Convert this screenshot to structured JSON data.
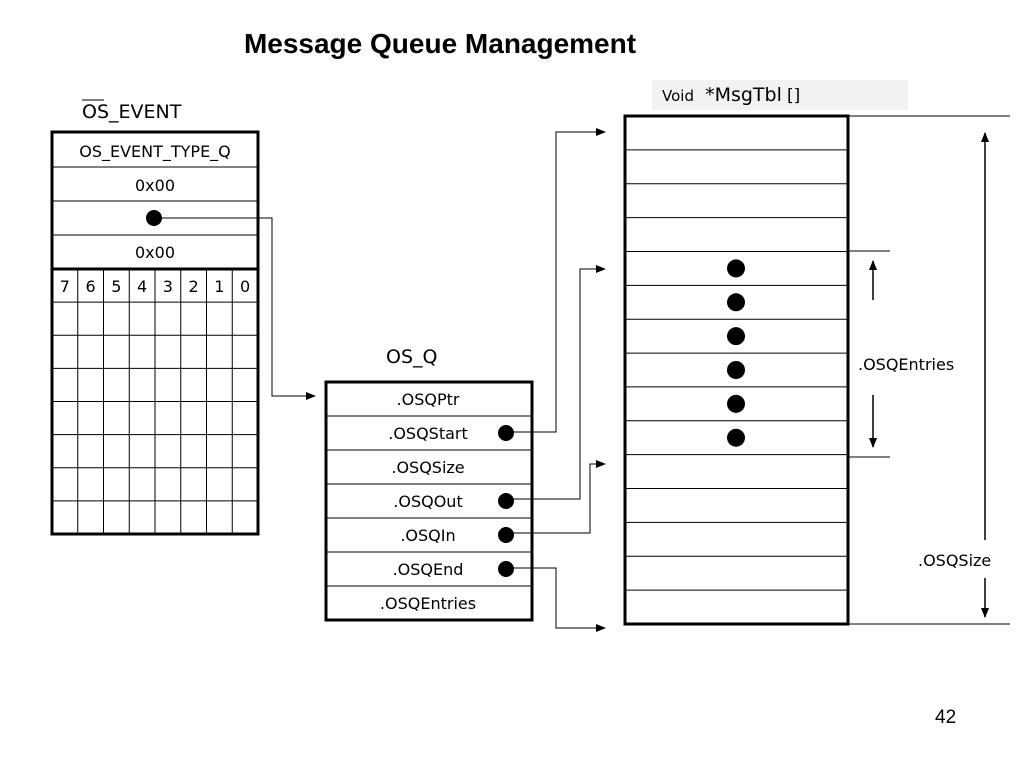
{
  "slide": {
    "title": "Message Queue Management",
    "page_number": "42"
  },
  "os_event": {
    "label": "OS_EVENT",
    "fields": [
      "OS_EVENT_TYPE_Q",
      "0x00",
      "",
      "0x00"
    ],
    "bit_headers": [
      "7",
      "6",
      "5",
      "4",
      "3",
      "2",
      "1",
      "0"
    ]
  },
  "os_q": {
    "label": "OS_Q",
    "fields": [
      ".OSQPtr",
      ".OSQStart",
      ".OSQSize",
      ".OSQOut",
      ".OSQIn",
      ".OSQEnd",
      ".OSQEntries"
    ]
  },
  "msg_tbl": {
    "label_type": "Void",
    "label_name": "*MsgTbl",
    "label_brackets": "[]"
  },
  "dimensions": {
    "entries_label": ".OSQEntries",
    "size_label": ".OSQSize"
  }
}
